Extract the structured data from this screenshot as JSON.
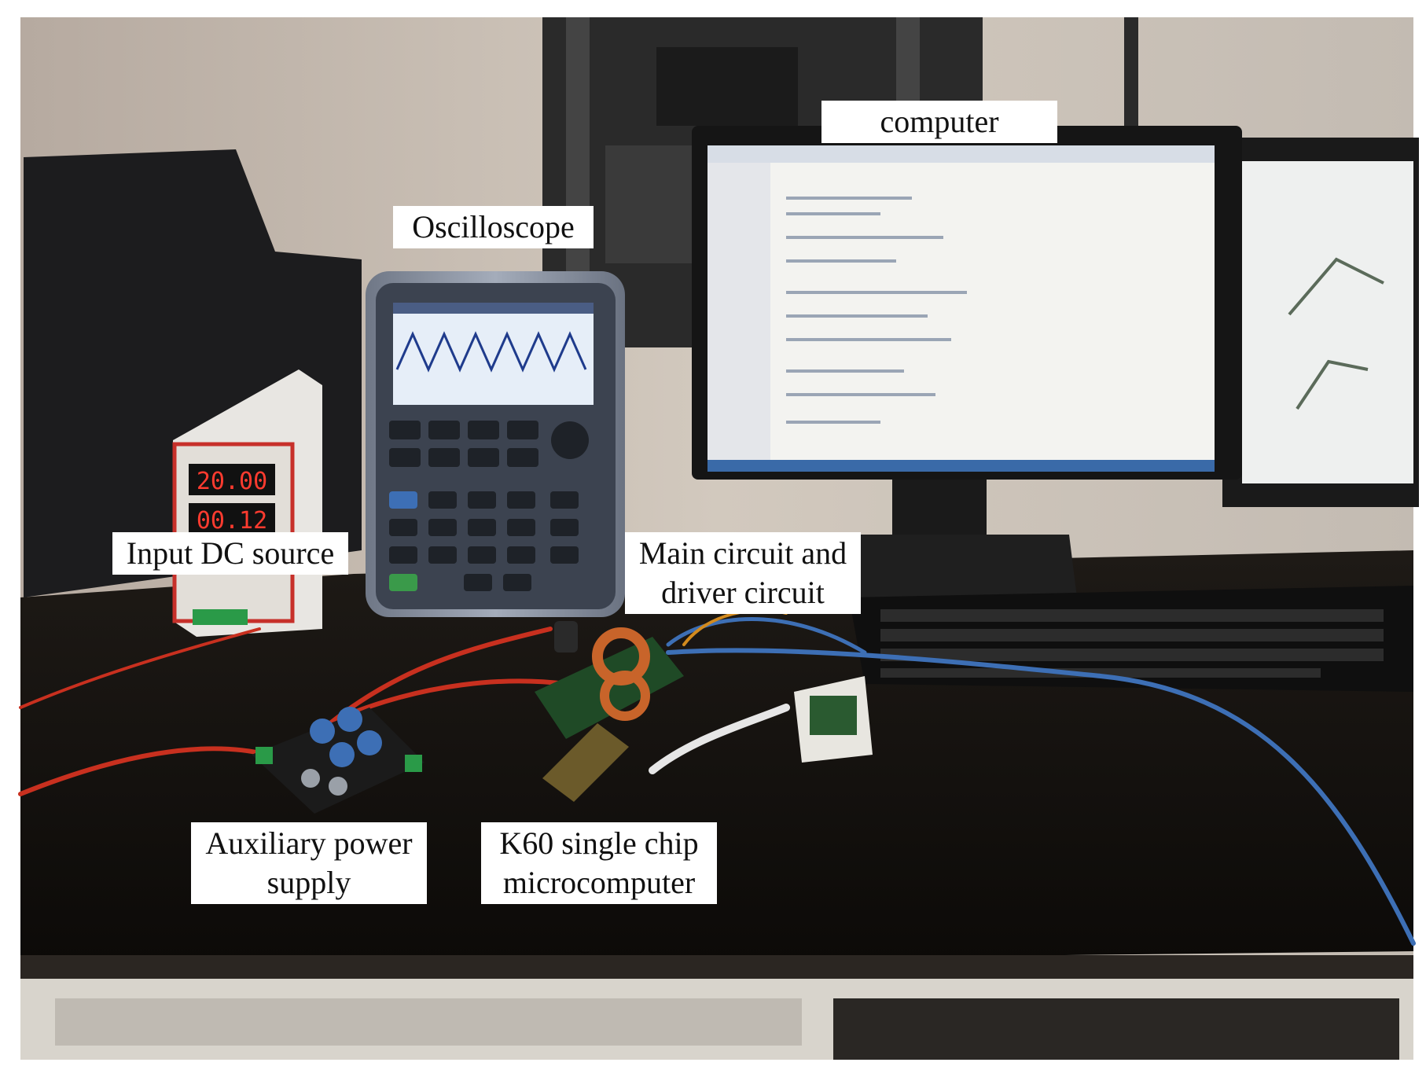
{
  "labels": {
    "computer": "computer",
    "oscilloscope": "Oscilloscope",
    "input_dc_source": "Input DC source",
    "main_circuit": [
      "Main circuit and",
      "driver circuit"
    ],
    "auxiliary_power": [
      "Auxiliary power",
      "supply"
    ],
    "k60": [
      "K60 single chip",
      "microcomputer"
    ]
  },
  "device_readouts": {
    "psu_voltage": "20.00",
    "psu_current": "00.12"
  },
  "colors": {
    "wall": "#c9c0b6",
    "desk": "#15120f",
    "label_bg": "#ffffff",
    "scope_body": "#8d95a3",
    "screen_bg": "#e6eef8",
    "psu_display": "#ff3b2f",
    "cable_blue": "#3d6fb5",
    "cable_red": "#c8301f"
  }
}
